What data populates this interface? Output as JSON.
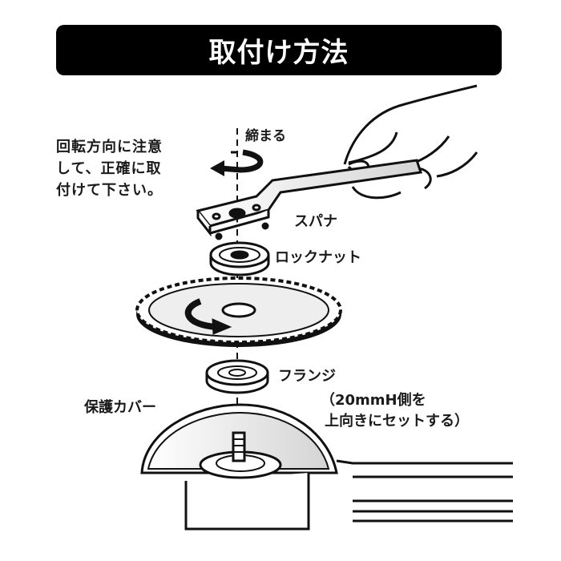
{
  "title": "取付け方法",
  "note": {
    "lines": [
      "回転方向に注意",
      "して、正確に取",
      "付けて下さい。"
    ]
  },
  "labels": {
    "tighten": "締まる",
    "spanner": "スパナ",
    "lock_nut": "ロックナット",
    "flange": "フランジ",
    "flange_note_1": "（20mmH側を",
    "flange_note_2": "上向きにセットする）",
    "guard": "保護カバー"
  },
  "colors": {
    "title_bg": "#000000",
    "title_text": "#ffffff",
    "line": "#111111",
    "shade": "#d9d9d9"
  }
}
